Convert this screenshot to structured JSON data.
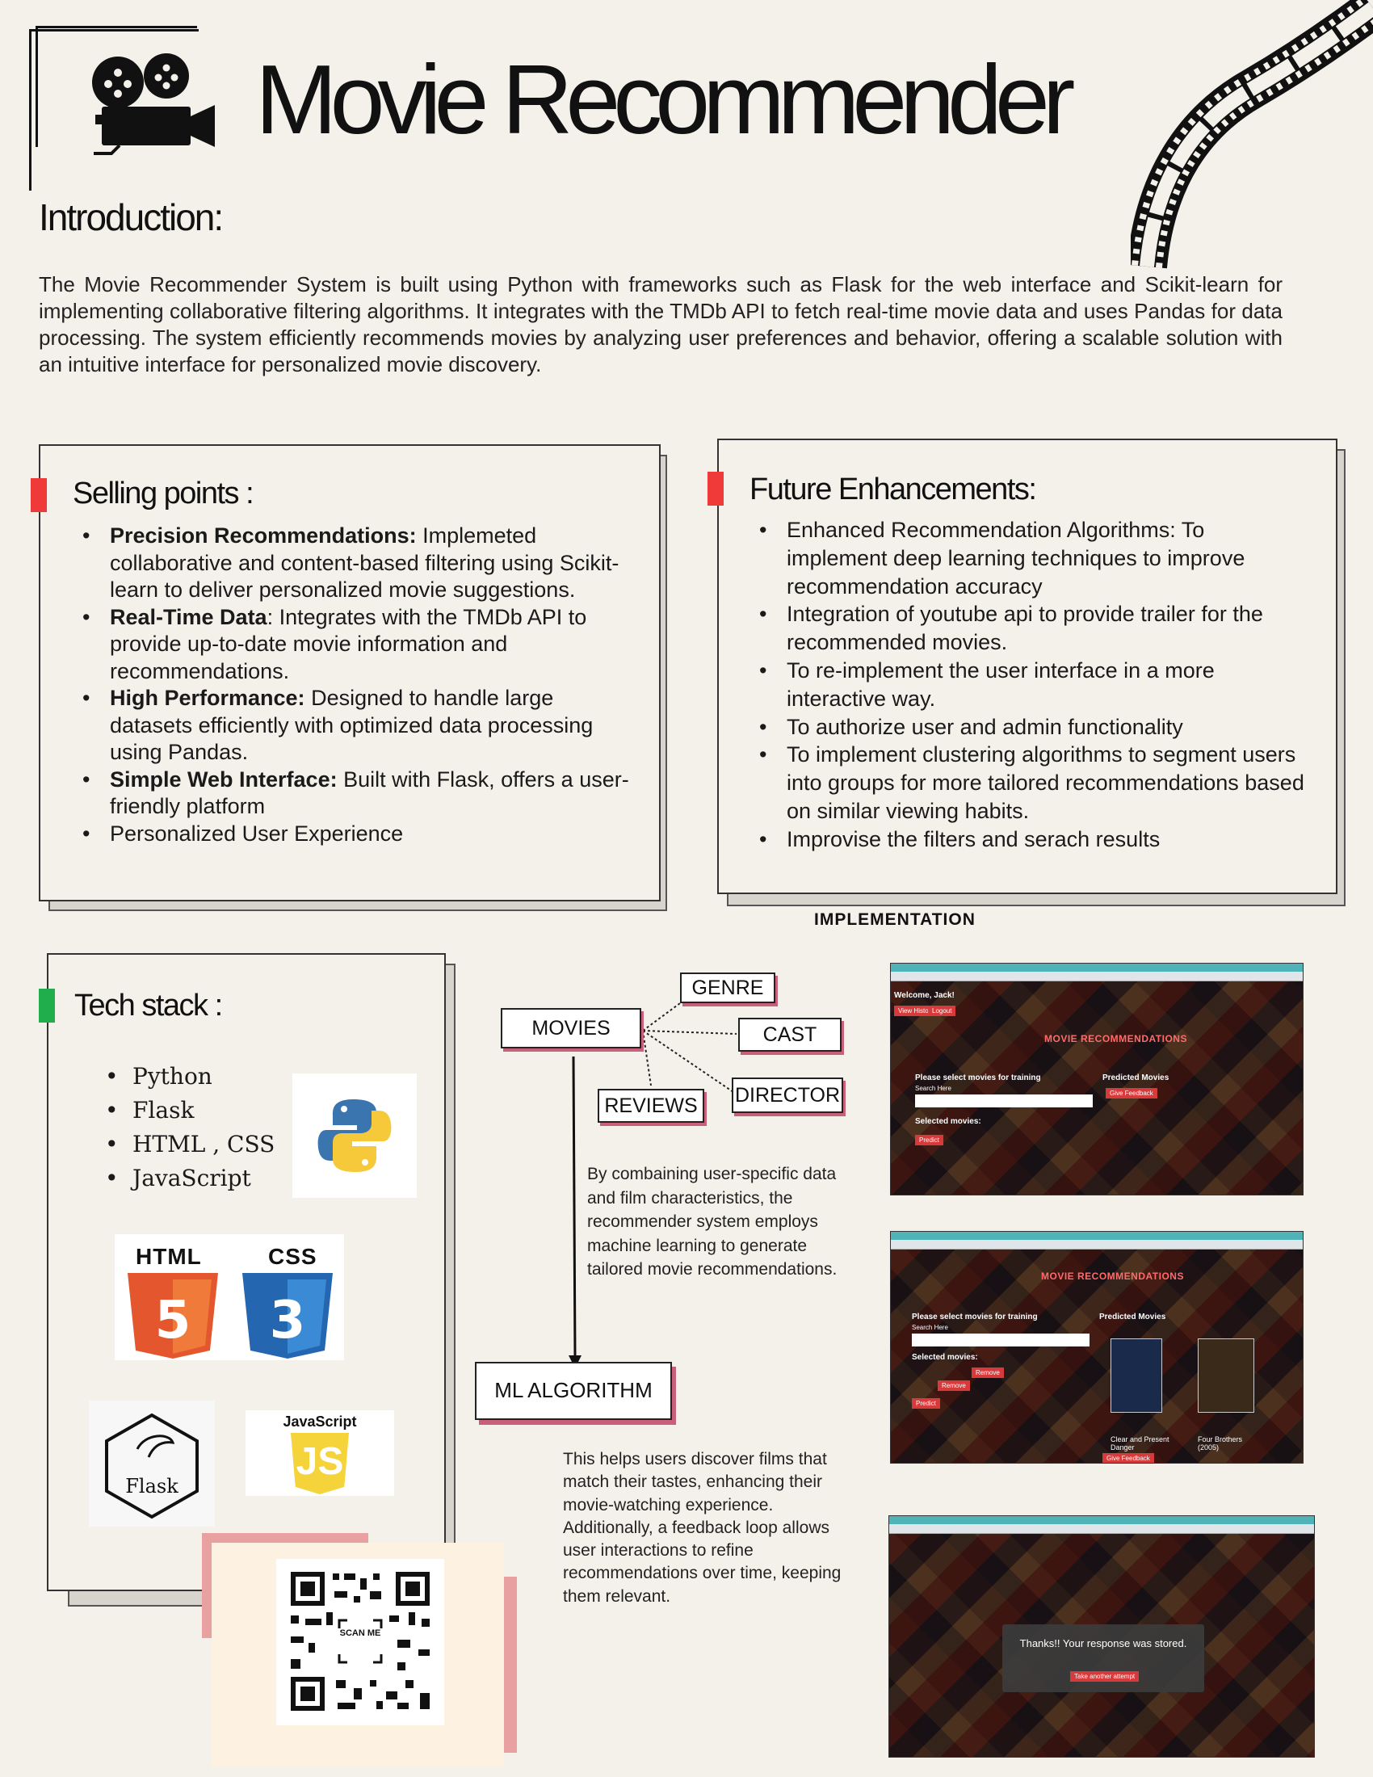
{
  "header": {
    "title": "Movie Recommender"
  },
  "intro": {
    "heading": "Introduction:",
    "text": "The Movie Recommender System is built using Python with frameworks such as Flask for the web interface and Scikit-learn for implementing collaborative filtering algorithms. It integrates with the TMDb API to fetch real-time movie data and uses Pandas for data processing. The system efficiently recommends movies by analyzing user preferences and behavior, offering a scalable solution with an intuitive interface for personalized movie discovery."
  },
  "selling": {
    "heading": "Selling points :",
    "items": [
      {
        "bold": "Precision Recommendations:",
        "text": " Implemeted collaborative and content-based filtering using Scikit-learn to deliver personalized movie suggestions."
      },
      {
        "bold": "Real-Time Data",
        "text": ": Integrates with the TMDb API to provide up-to-date movie information and recommendations."
      },
      {
        "bold": "High Performance:",
        "text": " Designed to handle large datasets efficiently with optimized data processing using Pandas."
      },
      {
        "bold": "Simple Web Interface:",
        "text": " Built with Flask, offers a user-friendly platform"
      },
      {
        "bold": "",
        "text": "Personalized User Experience"
      }
    ]
  },
  "future": {
    "heading": "Future Enhancements:",
    "items": [
      "Enhanced Recommendation Algorithms: To implement deep learning techniques to improve recommendation accuracy",
      "Integration of youtube api to provide trailer for the recommended movies.",
      "To re-implement the user interface in a more interactive way.",
      "To authorize user and admin functionality",
      "To implement clustering algorithms to segment users into groups for more tailored recommendations based on similar viewing habits.",
      "Improvise the filters and serach results"
    ]
  },
  "implementation": {
    "label": "IMPLEMENTATION"
  },
  "tech": {
    "heading": "Tech stack :",
    "items": [
      "Python",
      "Flask",
      "HTML , CSS",
      "JavaScript"
    ],
    "logos": {
      "html": "HTML",
      "css": "CSS",
      "flask": "Flask",
      "js_label": "JavaScript",
      "js": "JS"
    }
  },
  "diagram": {
    "movies": "MOVIES",
    "genre": "GENRE",
    "cast": "CAST",
    "director": "DIRECTOR",
    "reviews": "REVIEWS",
    "ml": "ML ALGORITHM",
    "para1": "By combaining user-specific data and film characteristics, the recommender system employs machine learning to generate tailored movie recommendations.",
    "para2": "This helps users discover films that match their tastes, enhancing their movie-watching experience. Additionally, a feedback loop allows user interactions to refine recommendations over time, keeping them relevant."
  },
  "qr": {
    "label": "SCAN ME"
  },
  "screens": {
    "s1": {
      "welcome": "Welcome, Jack!",
      "history": "View History",
      "logout": "Logout",
      "title": "MOVIE RECOMMENDATIONS",
      "select": "Please select movies for training",
      "search": "Search Here",
      "predicted": "Predicted Movies",
      "feedback": "Give Feedback",
      "selected": "Selected movies:",
      "predict": "Predict"
    },
    "s2": {
      "title": "MOVIE RECOMMENDATIONS",
      "select": "Please select movies for training",
      "search": "Search Here",
      "predicted": "Predicted Movies",
      "selected": "Selected movies:",
      "remove": "Remove",
      "predict": "Predict",
      "movie1": "Clear and Present Danger",
      "movie2": "Four Brothers (2005)",
      "feedback": "Give Feedback"
    },
    "s3": {
      "message": "Thanks!! Your response was stored.",
      "button": "Take another attempt"
    }
  },
  "colors": {
    "red": "#f03a3a",
    "green": "#1fae4b",
    "pink": "#e8a0a0",
    "teal": "#4fb3b8"
  }
}
